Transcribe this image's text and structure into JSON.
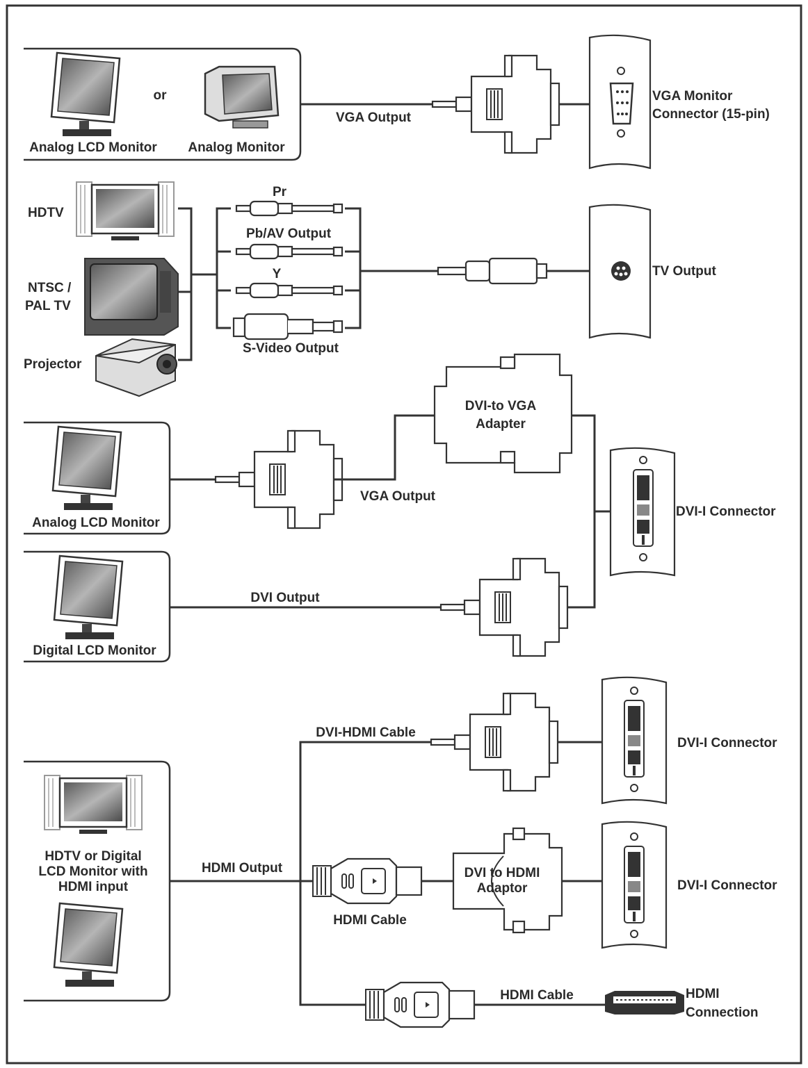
{
  "colors": {
    "ink": "#2a2a2a",
    "background": "#ffffff",
    "screen": "#8a8a8a"
  },
  "vga_section": {
    "devices": [
      "Analog LCD Monitor",
      "Analog Monitor"
    ],
    "separator": "or",
    "cable_label": "VGA Output",
    "port_label_line1": "VGA Monitor",
    "port_label_line2": "Connector (15-pin)"
  },
  "tv_section": {
    "devices": [
      "HDTV",
      "NTSC /",
      "PAL TV",
      "Projector"
    ],
    "plug_labels": [
      "Pr",
      "Pb/AV Output",
      "Y",
      "S-Video Output"
    ],
    "port_label": "TV Output"
  },
  "dvi_section": {
    "analog_device": "Analog LCD Monitor",
    "adapter_line1": "DVI-to VGA",
    "adapter_line2": "Adapter",
    "vga_cable_label": "VGA Output",
    "digital_device": "Digital LCD Monitor",
    "dvi_cable_label": "DVI Output",
    "port_label": "DVI-I Connector"
  },
  "hdmi_section": {
    "device_line1": "HDTV or Digital",
    "device_line2": "LCD Monitor with",
    "device_line3": "HDMI input",
    "output_label": "HDMI Output",
    "dvi_hdmi_cable_label": "DVI-HDMI Cable",
    "dvi_port_label_1": "DVI-I Connector",
    "hdmi_cable_label_1": "HDMI Cable",
    "adaptor_line1": "DVI to HDMI",
    "adaptor_line2": "Adaptor",
    "dvi_port_label_2": "DVI-I Connector",
    "hdmi_cable_label_2": "HDMI Cable",
    "hdmi_port_line1": "HDMI",
    "hdmi_port_line2": "Connection"
  }
}
